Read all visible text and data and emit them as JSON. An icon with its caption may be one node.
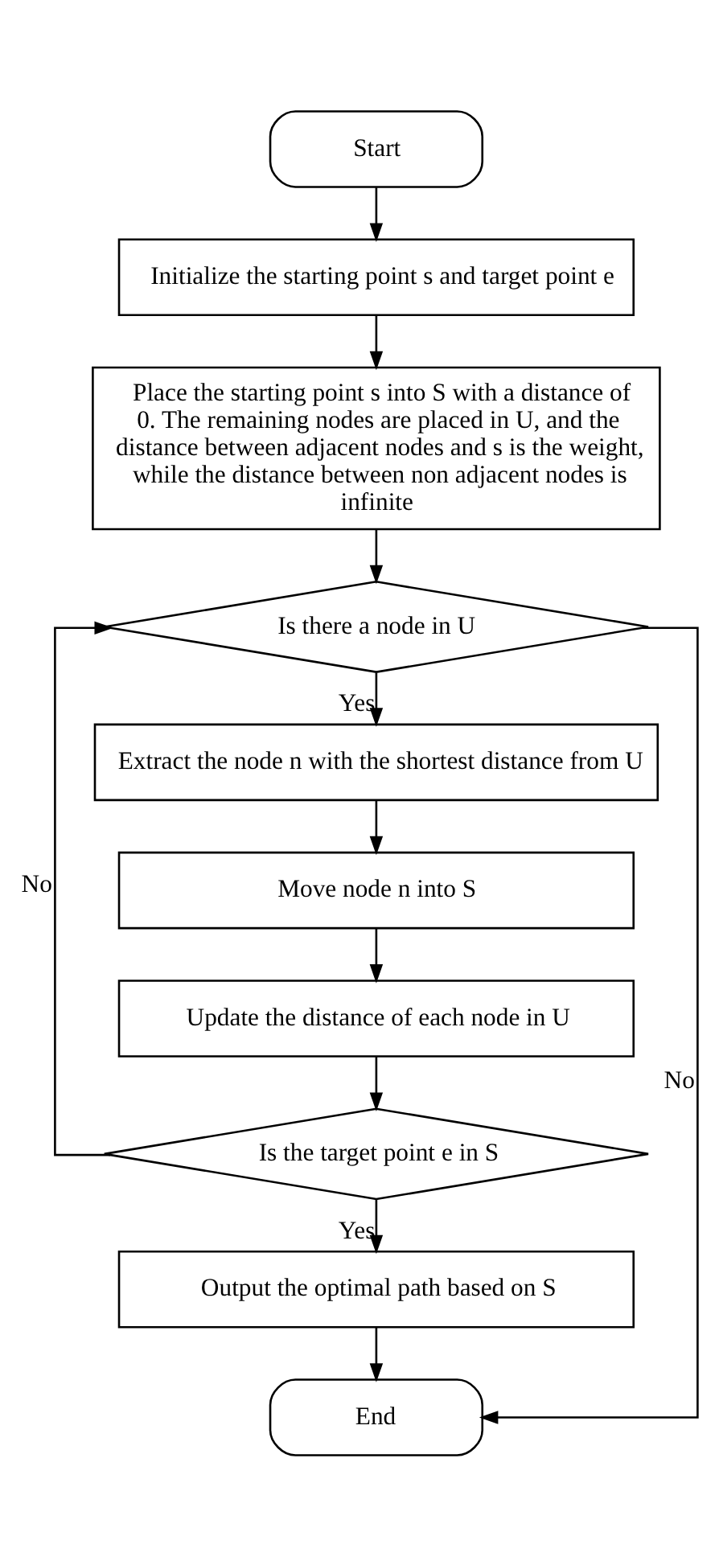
{
  "diagram": {
    "nodes": [
      {
        "text": [
          "Start"
        ]
      },
      {
        "text": [
          "Initialize the starting point s and target point e"
        ]
      },
      {
        "text": [
          "Place the starting point s into S with a distance of 0. The remaining nodes are placed in U, and the distance between adjacent nodes and s is the weight, while the distance between non adjacent nodes is infinite"
        ]
      },
      {
        "text": [
          "Is there a node in U"
        ]
      },
      {
        "text": [
          "Extract the node n with the shortest distance from U"
        ]
      },
      {
        "text": [
          "Move node n into S"
        ]
      },
      {
        "text": [
          "Update the distance of each node in U"
        ]
      },
      {
        "text": [
          "Is the target point e in S"
        ]
      },
      {
        "text": [
          "Output the optimal path based on S"
        ]
      },
      {
        "text": [
          "End"
        ]
      }
    ],
    "edges": [
      {
        "from": 0,
        "to": 1,
        "arrow": "to"
      },
      {
        "from": 1,
        "to": 2,
        "arrow": "to"
      },
      {
        "from": 2,
        "to": 3,
        "arrow": "to"
      },
      {
        "from": 3,
        "to": 4,
        "arrow": "to",
        "label": "Yes"
      },
      {
        "from": 4,
        "to": 5,
        "arrow": "to"
      },
      {
        "from": 5,
        "to": 6,
        "arrow": "to"
      },
      {
        "from": 6,
        "to": 7,
        "arrow": "to"
      },
      {
        "from": 7,
        "to": 3,
        "arrow": "to",
        "label": "No"
      },
      {
        "from": 7,
        "to": 8,
        "arrow": "to",
        "label": "Yes"
      },
      {
        "from": 8,
        "to": 9,
        "arrow": "to"
      },
      {
        "from": 3,
        "to": 9,
        "arrow": "to",
        "label": "No"
      }
    ]
  }
}
